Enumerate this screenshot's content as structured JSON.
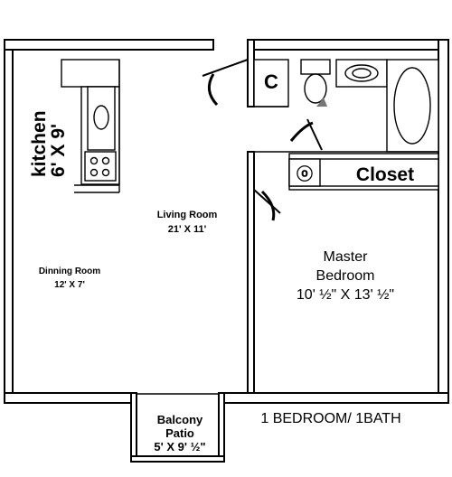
{
  "rooms": {
    "kitchen": {
      "name": "kitchen",
      "size": "6' X 9'"
    },
    "living_room": {
      "name": "Living Room",
      "size": "21' X 11'"
    },
    "dining_room": {
      "name": "Dinning Room",
      "size": "12' X 7'"
    },
    "master_bedroom": {
      "name_line1": "Master",
      "name_line2": "Bedroom",
      "size": "10' ½\" X 13' ½\""
    },
    "closet": {
      "name": "Closet"
    },
    "balcony": {
      "name_line1": "Balcony",
      "name_line2": "Patio",
      "size": "5' X 9' ½\""
    },
    "small_closet": {
      "label": "C"
    }
  },
  "unit_type": "1 BEDROOM/ 1BATH"
}
